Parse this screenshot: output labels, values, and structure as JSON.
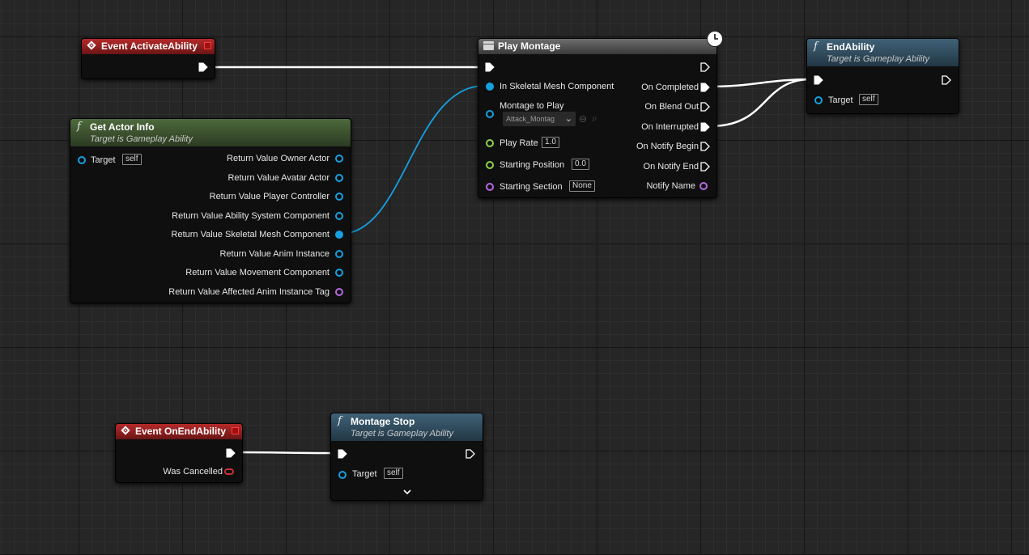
{
  "nodes": {
    "activate": {
      "title": "Event ActivateAbility"
    },
    "actor_info": {
      "title": "Get Actor Info",
      "subtitle": "Target is Gameplay Ability",
      "target_label": "Target",
      "target_default": "self",
      "outputs": [
        "Return Value Owner Actor",
        "Return Value Avatar Actor",
        "Return Value Player Controller",
        "Return Value Ability System Component",
        "Return Value Skeletal Mesh Component",
        "Return Value Anim Instance",
        "Return Value Movement Component",
        "Return Value Affected Anim Instance Tag"
      ]
    },
    "play_montage": {
      "title": "Play Montage",
      "in_mesh": "In Skeletal Mesh Component",
      "montage_label": "Montage to Play",
      "montage_value": "Attack_Montag",
      "play_rate_label": "Play Rate",
      "play_rate_value": "1.0",
      "start_pos_label": "Starting Position",
      "start_pos_value": "0.0",
      "start_section_label": "Starting Section",
      "start_section_value": "None",
      "outputs": [
        "On Completed",
        "On Blend Out",
        "On Interrupted",
        "On Notify Begin",
        "On Notify End",
        "Notify Name"
      ]
    },
    "end_ability": {
      "title": "EndAbility",
      "subtitle": "Target is Gameplay Ability",
      "target_label": "Target",
      "target_default": "self"
    },
    "end_event": {
      "title": "Event OnEndAbility",
      "was_cancelled": "Was Cancelled"
    },
    "montage_stop": {
      "title": "Montage Stop",
      "subtitle": "Target is Gameplay Ability",
      "target_label": "Target",
      "target_default": "self"
    }
  },
  "colors": {
    "event_header": "#b52a2a",
    "pure_function_header": "#4e6a3c",
    "function_header": "#3f6277",
    "object_pin": "#15a0e0",
    "float_pin": "#8fd14a",
    "name_pin": "#b36ae0",
    "bool_pin": "#c83232",
    "exec_wire": "#ffffff"
  }
}
